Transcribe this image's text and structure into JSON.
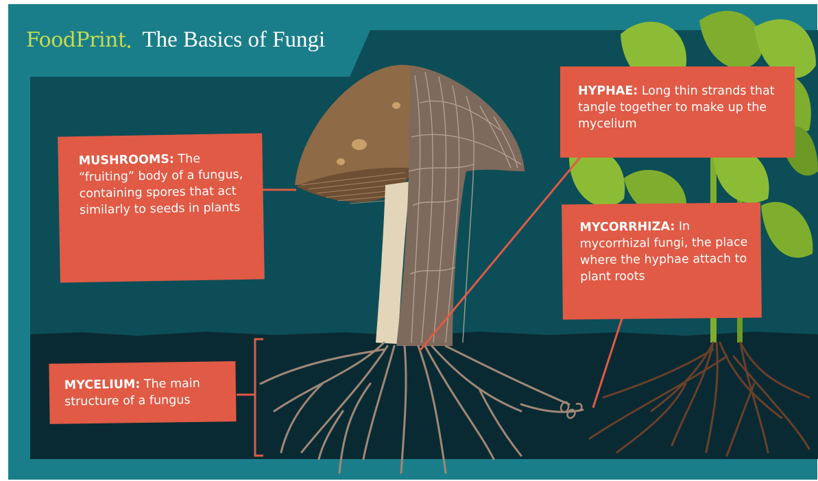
{
  "header": {
    "logo": "FoodPrint",
    "title": "The Basics of Fungi"
  },
  "callouts": {
    "mushrooms": {
      "term": "MUSHROOMS:",
      "text": " The “fruiting” body of a fungus, containing spores that act similarly to seeds in plants"
    },
    "hyphae": {
      "term": "HYPHAE:",
      "text": " Long thin strands that tangle together to make up the mycelium"
    },
    "mycorrhiza": {
      "term": "MYCORRHIZA:",
      "text": " In mycorrhizal fungi, the place where the hyphae attach to plant roots"
    },
    "mycelium": {
      "term": "MYCELIUM:",
      "text": " The main structure of a fungus"
    }
  },
  "colors": {
    "frame_teal": "#1a7e8a",
    "panel_dark": "#0d4d57",
    "soil": "#0a2a33",
    "callout_red": "#e05a45",
    "logo_green": "#c4dc52",
    "leaf_green": "#7fae2e",
    "mushroom_cap": "#8e6a47",
    "hyphae_tan": "#a08876",
    "root_brown": "#6a3f2a"
  }
}
